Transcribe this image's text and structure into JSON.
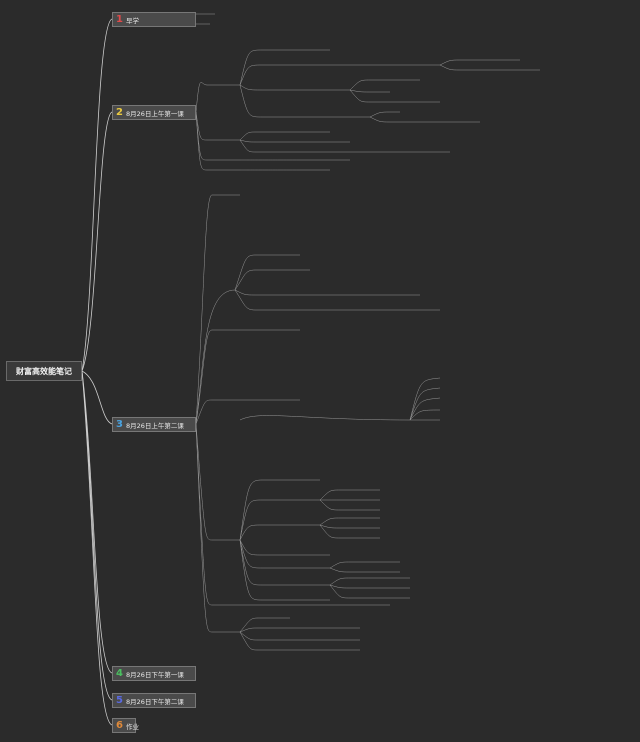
{
  "root": {
    "title": "财富高效能笔记"
  },
  "branches": [
    {
      "num": "1",
      "num_color": "#e04a4a",
      "label": "早学"
    },
    {
      "num": "2",
      "num_color": "#e8c840",
      "label": "8月26日上午第一课"
    },
    {
      "num": "3",
      "num_color": "#4aa3e0",
      "label": "8月26日上午第二课"
    },
    {
      "num": "4",
      "num_color": "#4ac060",
      "label": "8月26日下午第一课"
    },
    {
      "num": "5",
      "num_color": "#5a6ae0",
      "label": "8月26日下午第二课"
    },
    {
      "num": "6",
      "num_color": "#e08a3a",
      "label": "作业"
    }
  ]
}
